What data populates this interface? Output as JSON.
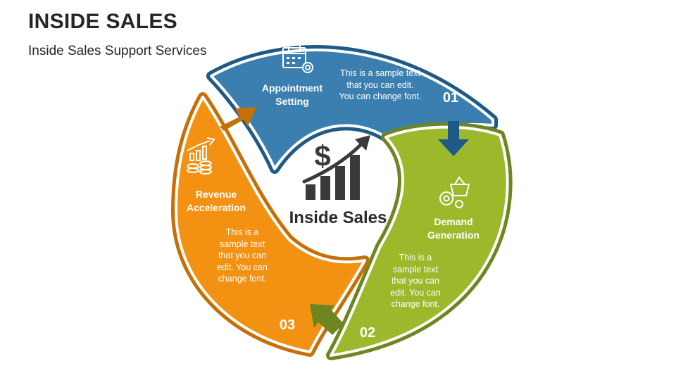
{
  "header": {
    "title": "INSIDE SALES",
    "subtitle": "Inside Sales Support Services"
  },
  "center": {
    "label": "Inside Sales",
    "icon": "dollar-growth-chart-icon"
  },
  "segments": [
    {
      "number": "01",
      "title_line1": "Appointment",
      "title_line2": "Setting",
      "body_lines": [
        "This is a sample text",
        "that you can edit.",
        "You can change font."
      ],
      "color": "#3a7fb0",
      "border": "#1f5a86",
      "icon": "calendar-gear-icon"
    },
    {
      "number": "02",
      "title_line1": "Demand",
      "title_line2": "Generation",
      "body_lines": [
        "This is a",
        "sample text",
        "that you can",
        "edit. You can",
        "change font."
      ],
      "color": "#9bb92a",
      "border": "#6d8620",
      "icon": "basket-gears-icon"
    },
    {
      "number": "03",
      "title_line1": "Revenue",
      "title_line2": "Acceleration",
      "body_lines": [
        "This is a",
        "sample text",
        "that you can",
        "edit. You can",
        "change font."
      ],
      "color": "#f39212",
      "border": "#c56f08",
      "icon": "coins-growth-icon"
    }
  ]
}
